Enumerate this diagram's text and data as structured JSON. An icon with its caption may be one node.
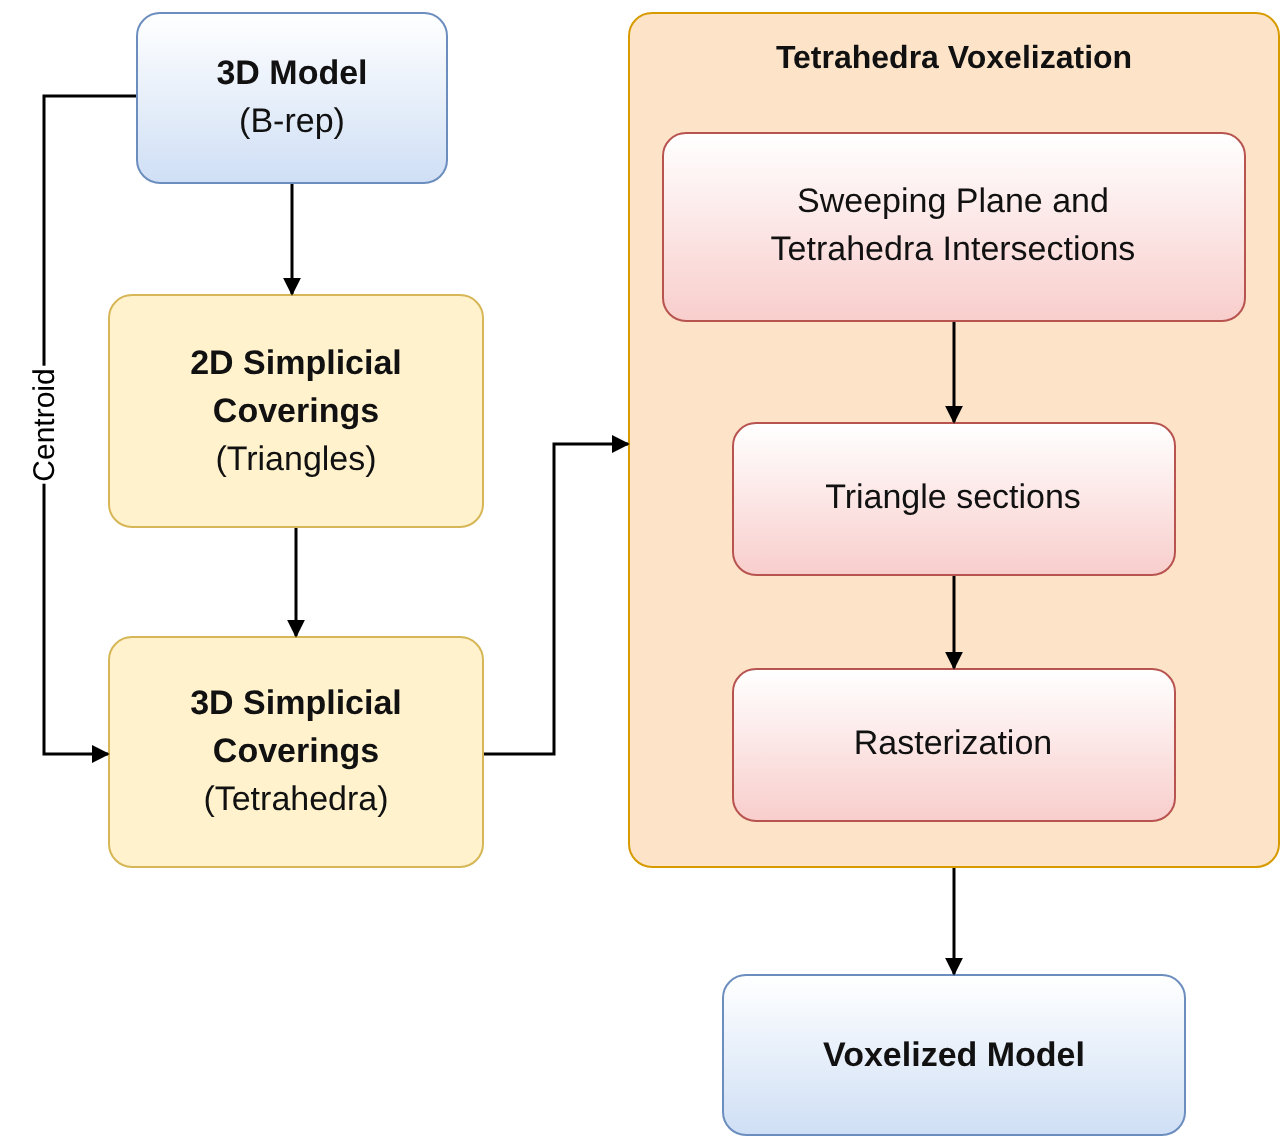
{
  "diagram": {
    "nodes": [
      {
        "text": [
          "3D Model",
          "(B-rep)"
        ]
      },
      {
        "text": [
          "2D Simplicial Coverings",
          "(Triangles)"
        ]
      },
      {
        "text": [
          "3D Simplicial Coverings",
          "(Tetrahedra)"
        ]
      },
      {
        "text": [
          "Tetrahedra Voxelization"
        ]
      },
      {
        "text": [
          "Sweeping Plane and Tetrahedra Intersections"
        ],
        "in": 3
      },
      {
        "text": [
          "Triangle sections"
        ],
        "in": 3
      },
      {
        "text": [
          "Rasterization"
        ],
        "in": 3
      },
      {
        "text": [
          "Voxelized Model"
        ]
      }
    ],
    "edges": [
      {
        "from": 0,
        "to": 1,
        "arrow": "to"
      },
      {
        "from": 1,
        "to": 2,
        "arrow": "to"
      },
      {
        "from": 0,
        "to": 2,
        "arrow": "to",
        "label": "Centroid"
      },
      {
        "from": 2,
        "to": 3,
        "arrow": "to"
      },
      {
        "from": 4,
        "to": 5,
        "arrow": "to"
      },
      {
        "from": 5,
        "to": 6,
        "arrow": "to"
      },
      {
        "from": 3,
        "to": 7,
        "arrow": "to"
      }
    ]
  }
}
